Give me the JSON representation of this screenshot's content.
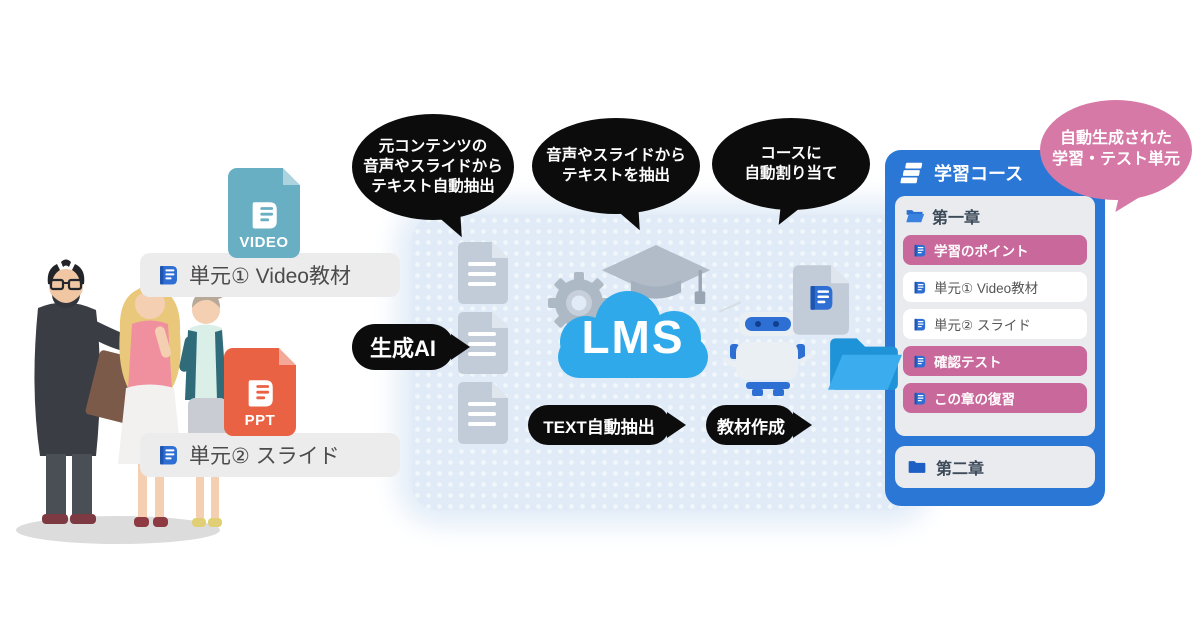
{
  "sources": {
    "video_badge": "VIDEO",
    "ppt_badge": "PPT",
    "unit1": "単元① Video教材",
    "unit2": "単元② スライド"
  },
  "bubbles": {
    "b1_line1": "元コンテンツの",
    "b1_line2": "音声やスライドから",
    "b1_line3": "テキスト自動抽出",
    "b2_line1": "音声やスライドから",
    "b2_line2": "テキストを抽出",
    "b3_line1": "コースに",
    "b3_line2": "自動割り当て",
    "pink_line1": "自動生成された",
    "pink_line2": "学習・テスト単元"
  },
  "flow": {
    "gen_ai": "生成AI",
    "lms": "LMS",
    "text_extract": "TEXT自動抽出",
    "material_create": "教材作成"
  },
  "course_panel": {
    "header": "学習コース",
    "chapter1": "第一章",
    "chapter2": "第二章",
    "items": [
      {
        "label": "学習のポイント"
      },
      {
        "label": "単元① Video教材"
      },
      {
        "label": "単元② スライド"
      },
      {
        "label": "確認テスト"
      },
      {
        "label": "この章の復習"
      }
    ]
  },
  "colors": {
    "panel_blue": "#2b77d6",
    "item_pink": "#c9689b",
    "bubble_pink": "#d779a7",
    "lms_blue": "#2fa9ea",
    "video_teal": "#69afc3",
    "ppt_orange": "#e96244"
  }
}
